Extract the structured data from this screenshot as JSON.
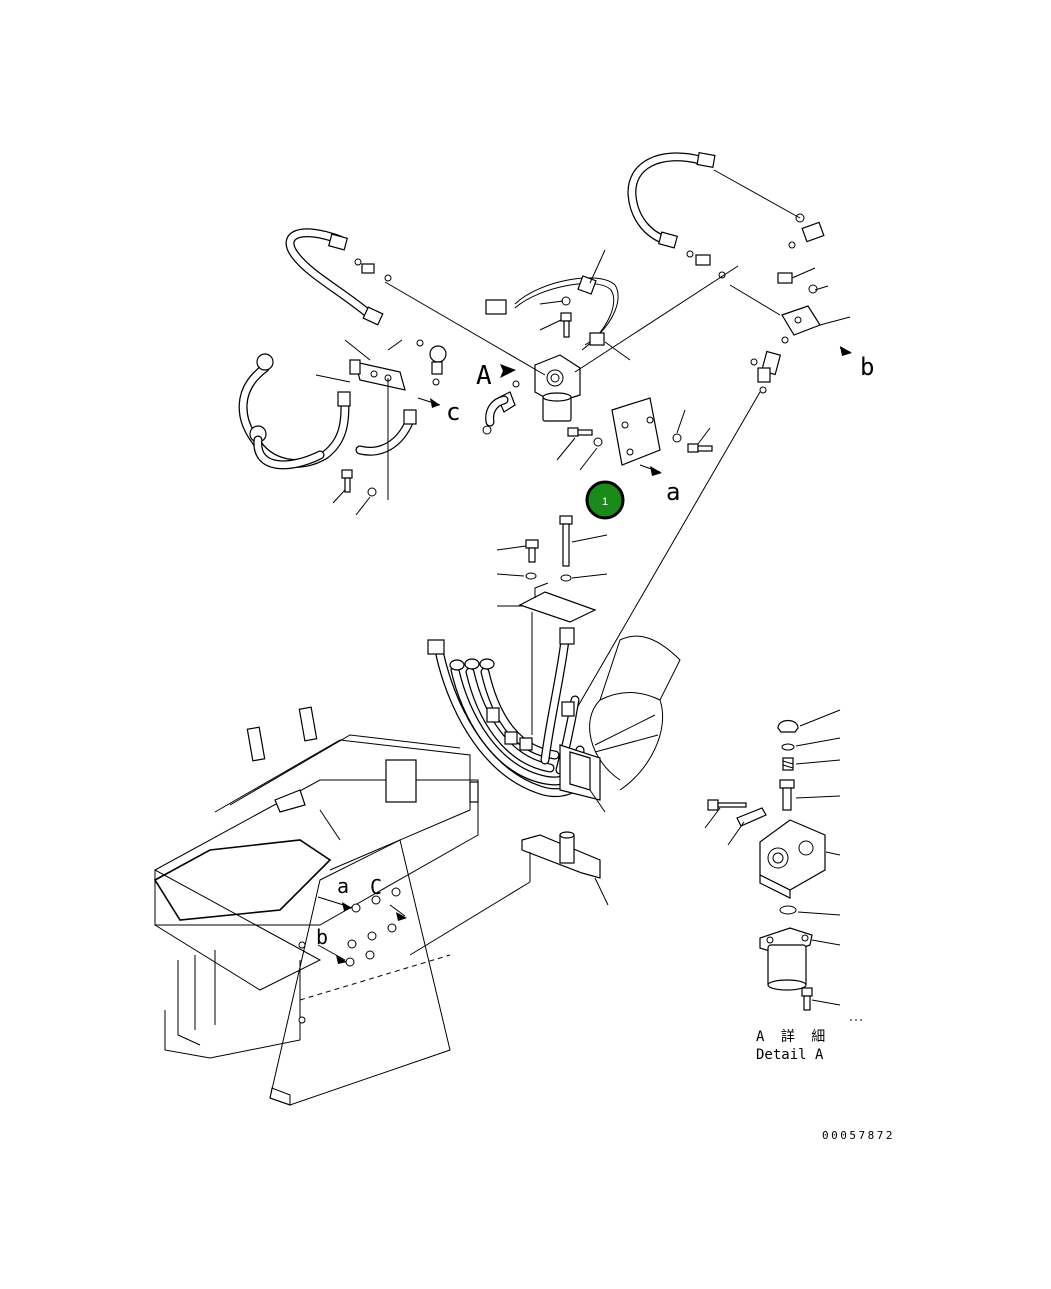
{
  "labels": {
    "a_top": "a",
    "b_right": "b",
    "c_left": "c",
    "view_A": "A",
    "frame_a": "a",
    "frame_C": "C",
    "frame_b": "b"
  },
  "detail": {
    "line1": "A 詳 細",
    "line2": "Detail A"
  },
  "callout": {
    "number": "1",
    "color": "#1a8a1a"
  },
  "drawing_number": "00057872"
}
